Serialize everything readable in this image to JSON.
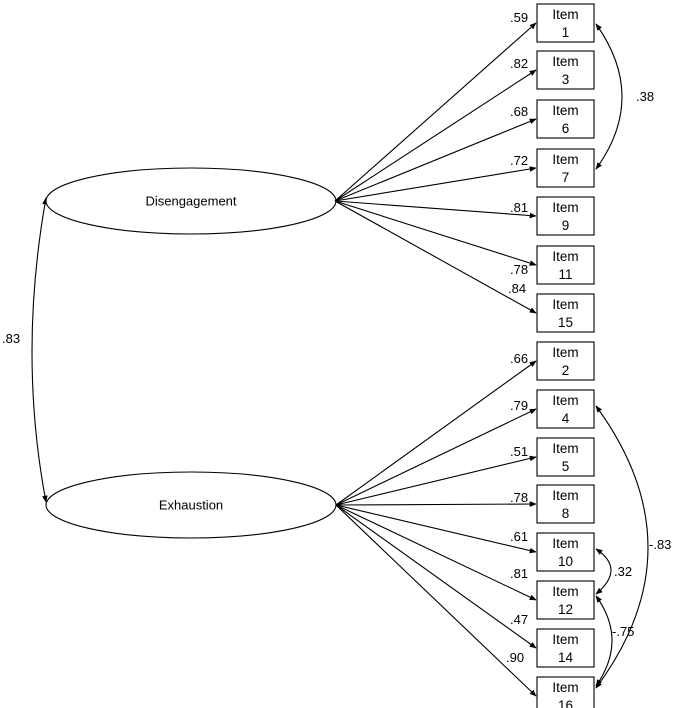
{
  "factors": [
    {
      "id": "disengagement",
      "label": "Disengagement"
    },
    {
      "id": "exhaustion",
      "label": "Exhaustion"
    }
  ],
  "factor_correlation": {
    "label": ".83"
  },
  "items": [
    {
      "id": "item1",
      "word": "Item",
      "number": "1",
      "factor": "disengagement",
      "loading": ".59"
    },
    {
      "id": "item3",
      "word": "Item",
      "number": "3",
      "factor": "disengagement",
      "loading": ".82"
    },
    {
      "id": "item6",
      "word": "Item",
      "number": "6",
      "factor": "disengagement",
      "loading": ".68"
    },
    {
      "id": "item7",
      "word": "Item",
      "number": "7",
      "factor": "disengagement",
      "loading": ".72"
    },
    {
      "id": "item9",
      "word": "Item",
      "number": "9",
      "factor": "disengagement",
      "loading": ".81"
    },
    {
      "id": "item11",
      "word": "Item",
      "number": "11",
      "factor": "disengagement",
      "loading": ".78"
    },
    {
      "id": "item15",
      "word": "Item",
      "number": "15",
      "factor": "disengagement",
      "loading": ".84"
    },
    {
      "id": "item2",
      "word": "Item",
      "number": "2",
      "factor": "exhaustion",
      "loading": ".66"
    },
    {
      "id": "item4",
      "word": "Item",
      "number": "4",
      "factor": "exhaustion",
      "loading": ".79"
    },
    {
      "id": "item5",
      "word": "Item",
      "number": "5",
      "factor": "exhaustion",
      "loading": ".51"
    },
    {
      "id": "item8",
      "word": "Item",
      "number": "8",
      "factor": "exhaustion",
      "loading": ".78"
    },
    {
      "id": "item10",
      "word": "Item",
      "number": "10",
      "factor": "exhaustion",
      "loading": ".61"
    },
    {
      "id": "item12",
      "word": "Item",
      "number": "12",
      "factor": "exhaustion",
      "loading": ".81"
    },
    {
      "id": "item14",
      "word": "Item",
      "number": "14",
      "factor": "exhaustion",
      "loading": ".47"
    },
    {
      "id": "item16",
      "word": "Item",
      "number": "16",
      "factor": "exhaustion",
      "loading": ".90"
    }
  ],
  "error_covariances": [
    {
      "from": "item1",
      "to": "item7",
      "label": ".38"
    },
    {
      "from": "item10",
      "to": "item12",
      "label": ".32"
    },
    {
      "from": "item12",
      "to": "item16",
      "label": "-.75"
    },
    {
      "from": "item4",
      "to": "item16",
      "label": "-.83"
    }
  ]
}
